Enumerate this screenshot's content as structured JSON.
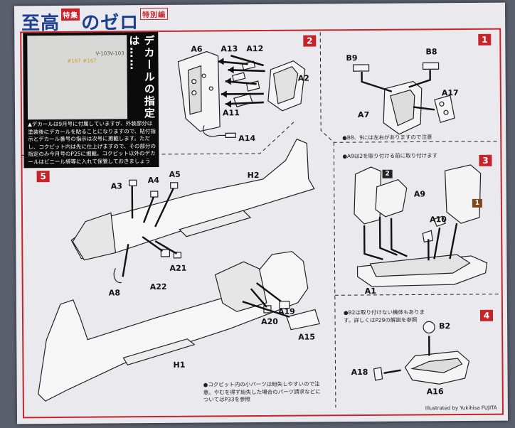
{
  "header": {
    "title_a": "至高",
    "title_b": "の",
    "title_c": "ゼロ",
    "tag": "特集",
    "tag2": "特別編"
  },
  "decal": {
    "heading": "デカールの指定は……",
    "note": "▲デカールは9月号に付属していますが、外装部分は塗装後にデカールを貼ることになりますので、貼付指示とデカール番号の指示は次号に掲載します。ただし、コクピット内は先に仕上げますので、その部分の指定のみ今月号のP25に掲載。コクピット以外のデカールはビニール袋等に入れて保管しておきましょう",
    "sheet_text": [
      "V-103",
      "V-103",
      "#167",
      "#167"
    ]
  },
  "steps": {
    "s1": "1",
    "s2": "2",
    "s3": "3",
    "s4": "4",
    "s5": "5"
  },
  "parts": {
    "a1": "A1",
    "a2": "A2",
    "a3": "A3",
    "a4": "A4",
    "a5": "A5",
    "a6": "A6",
    "a7": "A7",
    "a8": "A8",
    "a9": "A9",
    "a10": "A10",
    "a11": "A11",
    "a12": "A12",
    "a13": "A13",
    "a14": "A14",
    "a15": "A15",
    "a16": "A16",
    "a17": "A17",
    "a18": "A18",
    "a19": "A19",
    "a20": "A20",
    "a21": "A21",
    "a22": "A22",
    "b2": "B2",
    "b8": "B8",
    "b9": "B9",
    "h1": "H1",
    "h2": "H2"
  },
  "notes": {
    "step1": "●B8、9には左右がありますので注意",
    "step3": "●A9は2を取り付ける前に取り付けます",
    "step4": "●B2は取り付けない機体もあります。詳しくはP29の解説を参照",
    "step5": "●コクピット内の小パーツは紛失しやすいので注意。やむを得ず紛失した場合のパーツ請求などについてはP33を参照"
  },
  "markers": {
    "m2": "2",
    "m1": "1"
  },
  "credit": "Illustrated by Yukihisa FUJITA"
}
